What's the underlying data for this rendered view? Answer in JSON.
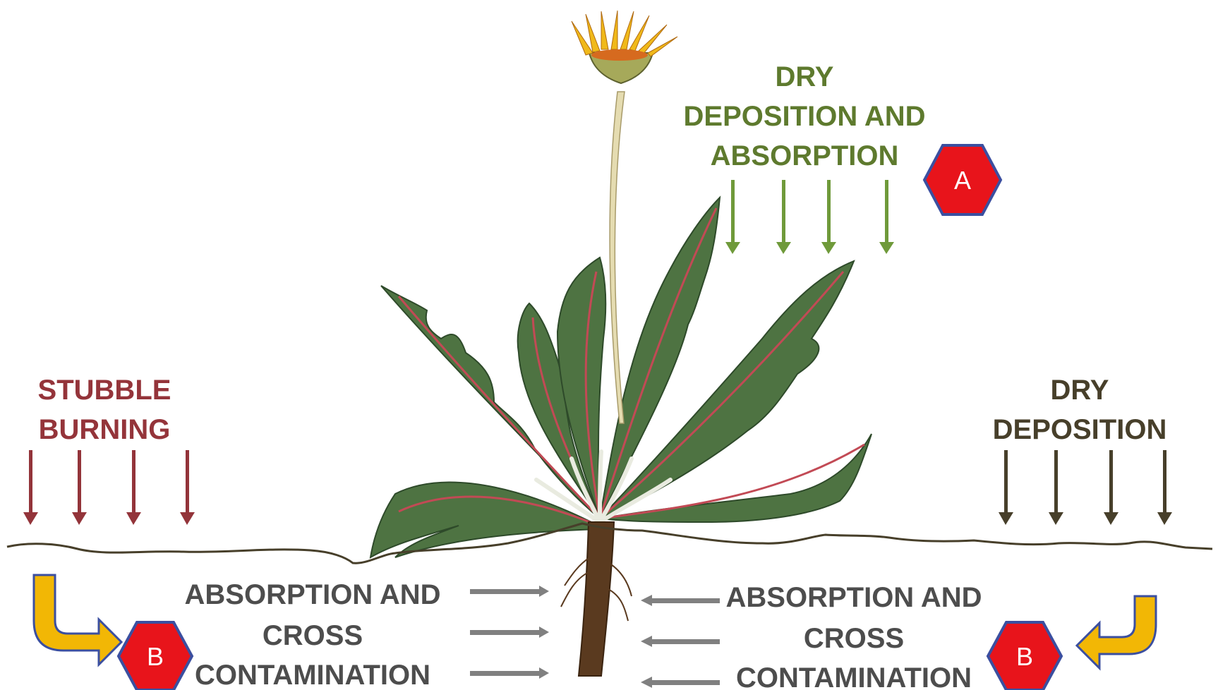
{
  "labels": {
    "dry_deposition_absorption": [
      "DRY",
      "DEPOSITION AND",
      "ABSORPTION"
    ],
    "stubble_burning": [
      "STUBBLE",
      "BURNING"
    ],
    "dry_deposition": [
      "DRY",
      "DEPOSITION"
    ],
    "absorption_left": [
      "ABSORPTION AND",
      "CROSS",
      "CONTAMINATION"
    ],
    "absorption_right": [
      "ABSORPTION AND",
      "CROSS",
      "CONTAMINATION"
    ]
  },
  "badges": {
    "a": "A",
    "b_left": "B",
    "b_right": "B"
  },
  "colors": {
    "green": "#6f9a3a",
    "red": "#93343a",
    "dark": "#473f2a",
    "grey": "#808080",
    "badge_fill": "#e8141b",
    "badge_stroke": "#3b4fa0",
    "curved_arrow_fill": "#f2b705",
    "curved_arrow_stroke": "#3b4fa0",
    "leaf": "#4c6f3e",
    "vein": "#c24a55"
  },
  "icons": {
    "plant": "dandelion-plant-icon",
    "ground": "soil-surface-line"
  }
}
